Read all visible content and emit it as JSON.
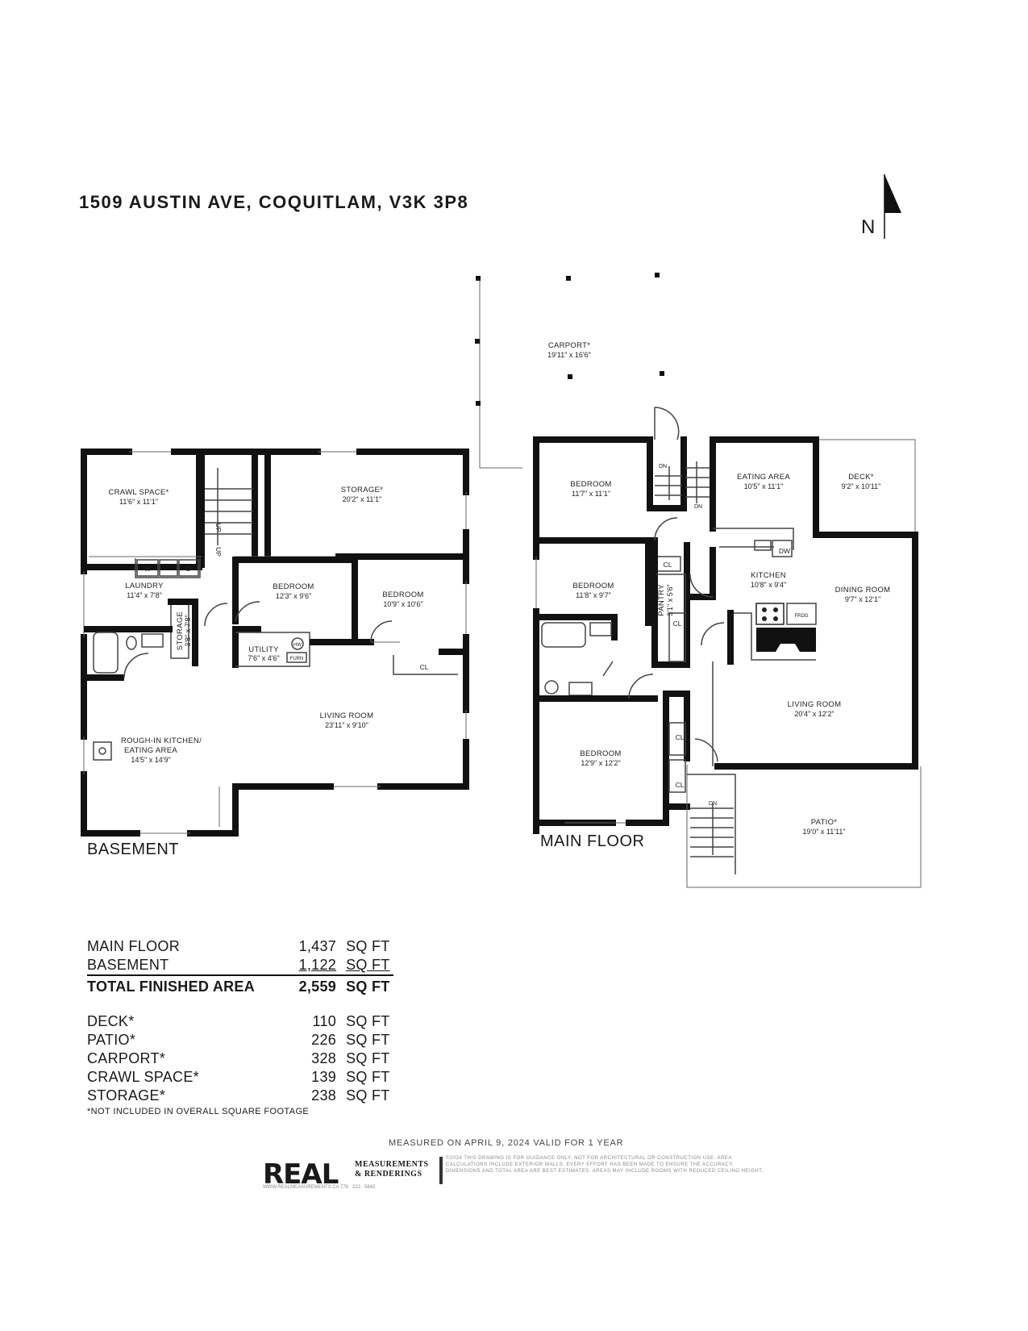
{
  "address": "1509 AUSTIN AVE, COQUITLAM, V3K 3P8",
  "compass": {
    "label": "N",
    "icon": "north-arrow-icon"
  },
  "basement": {
    "label": "BASEMENT",
    "rooms": {
      "crawl_space": {
        "name": "CRAWL SPACE*",
        "dim": "11'6\" x 11'1\""
      },
      "storage_main": {
        "name": "STORAGE*",
        "dim": "20'2\" x 11'1\""
      },
      "laundry": {
        "name": "LAUNDRY",
        "dim": "11'4\" x 7'8\""
      },
      "bedroom_1": {
        "name": "BEDROOM",
        "dim": "12'3\" x 9'6\""
      },
      "bedroom_2": {
        "name": "BEDROOM",
        "dim": "10'9\" x 10'6\""
      },
      "storage_small": {
        "name": "STORAGE",
        "dim": "3'8\" x 7'8\""
      },
      "utility": {
        "name": "UTILITY",
        "dim": "7'6\" x 4'6\""
      },
      "living_room": {
        "name": "LIVING ROOM",
        "dim": "23'11\" x 9'10\""
      },
      "kitchen": {
        "name_1": "ROUGH-IN KITCHEN/",
        "name_2": "EATING AREA",
        "dim": "14'5\" x 14'9\""
      }
    },
    "fixtures": {
      "w": "W",
      "d": "D",
      "hw": "HW",
      "furn": "FURN",
      "cl": "CL",
      "up_1": "UP",
      "up_2": "UP"
    }
  },
  "main_floor": {
    "label": "MAIN FLOOR",
    "rooms": {
      "carport": {
        "name": "CARPORT*",
        "dim": "19'11\" x 16'6\""
      },
      "bedroom_1": {
        "name": "BEDROOM",
        "dim": "11'7\" x 11'1\""
      },
      "eating_area": {
        "name": "EATING AREA",
        "dim": "10'5\" x 11'1\""
      },
      "deck": {
        "name": "DECK*",
        "dim": "9'2\" x 10'11\""
      },
      "bedroom_2": {
        "name": "BEDROOM",
        "dim": "11'8\" x 9'7\""
      },
      "pantry": {
        "name": "PANTRY",
        "dim": "3'1\" x 5'6\""
      },
      "kitchen": {
        "name": "KITCHEN",
        "dim": "10'8\" x 9'4\""
      },
      "dining_room": {
        "name": "DINING ROOM",
        "dim": "9'7\" x 12'1\""
      },
      "living_room": {
        "name": "LIVING ROOM",
        "dim": "20'4\" x 12'2\""
      },
      "bedroom_3": {
        "name": "BEDROOM",
        "dim": "12'9\" x 12'2\""
      },
      "patio": {
        "name": "PATIO*",
        "dim": "19'0\" x 11'11\""
      }
    },
    "fixtures": {
      "dw": "DW",
      "frdg": "FRDG",
      "cl_1": "CL",
      "cl_2": "CL",
      "cl_3": "CL",
      "cl_4": "CL",
      "dn_1": "DN",
      "dn_2": "DN",
      "dn_3": "DN"
    }
  },
  "areas": {
    "finished": [
      {
        "label": "MAIN FLOOR",
        "value": "1,437",
        "unit": "SQ FT"
      },
      {
        "label": "BASEMENT",
        "value": "1,122",
        "unit": "SQ FT"
      }
    ],
    "total": {
      "label": "TOTAL FINISHED AREA",
      "value": "2,559",
      "unit": "SQ FT"
    },
    "unfinished": [
      {
        "label": "DECK*",
        "value": "110",
        "unit": "SQ FT"
      },
      {
        "label": "PATIO*",
        "value": "226",
        "unit": "SQ FT"
      },
      {
        "label": "CARPORT*",
        "value": "328",
        "unit": "SQ FT"
      },
      {
        "label": "CRAWL SPACE*",
        "value": "139",
        "unit": "SQ FT"
      },
      {
        "label": "STORAGE*",
        "value": "238",
        "unit": "SQ FT"
      }
    ],
    "footnote": "*NOT INCLUDED IN OVERALL SQUARE FOOTAGE"
  },
  "footer": {
    "measured": "MEASURED ON APRIL 9, 2024  VALID FOR 1 YEAR",
    "logo": "REAL",
    "logo_sub_1": "MEASUREMENTS",
    "logo_sub_2": "& RENDERINGS",
    "contact": "WWW.REALMEASUREMENTS.CA   778 . 222 . 5842",
    "disclaimer": "©2024 THIS DRAWING IS FOR GUIDANCE ONLY. NOT FOR ARCHITECTURAL OR CONSTRUCTION USE. AREA CALCULATIONS INCLUDE EXTERIOR WALLS. EVERY EFFORT HAS BEEN MADE TO ENSURE THE ACCURACY. DIMENSIONS AND TOTAL AREA ARE BEST ESTIMATES. AREAS MAY INCLUDE ROOMS WITH REDUCED CEILING HEIGHT."
  }
}
